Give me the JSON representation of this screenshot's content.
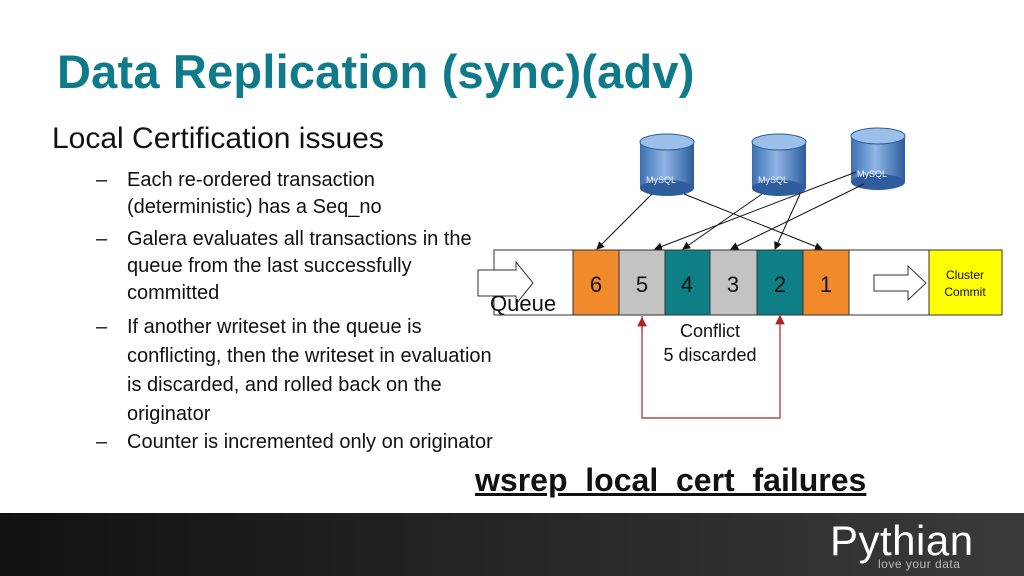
{
  "title": "Data Replication (sync)(adv)",
  "section_heading": "Local Certification issues",
  "bullets": [
    {
      "dash": "–",
      "text": "Each re-ordered transaction (deterministic) has a Seq_no"
    },
    {
      "dash": "–",
      "text": "Galera evaluates all transactions in the queue from the last successfully committed"
    },
    {
      "dash": "–",
      "text": "If another writeset in the queue is conflicting, then the writeset in evaluation is discarded, and rolled back on the originator"
    },
    {
      "dash": "–",
      "text": "Counter is incremented only on originator"
    }
  ],
  "diagram": {
    "database_label": "MySQL",
    "queue_label": "Queue",
    "cells": [
      "6",
      "5",
      "4",
      "3",
      "2",
      "1"
    ],
    "cell_colors": [
      "#f08a2a",
      "#c3c3c3",
      "#0f7f86",
      "#c3c3c3",
      "#0f7f86",
      "#f08a2a"
    ],
    "cluster_commit_line1": "Cluster",
    "cluster_commit_line2": "Commit",
    "cluster_commit_color": "#ffff00",
    "conflict_line1": "Conflict",
    "conflict_line2": "5 discarded",
    "conflict_color": "#b22222"
  },
  "keyword": "wsrep_local_cert_failures",
  "footer": {
    "brand": "Pythian",
    "tagline": "love your data"
  }
}
